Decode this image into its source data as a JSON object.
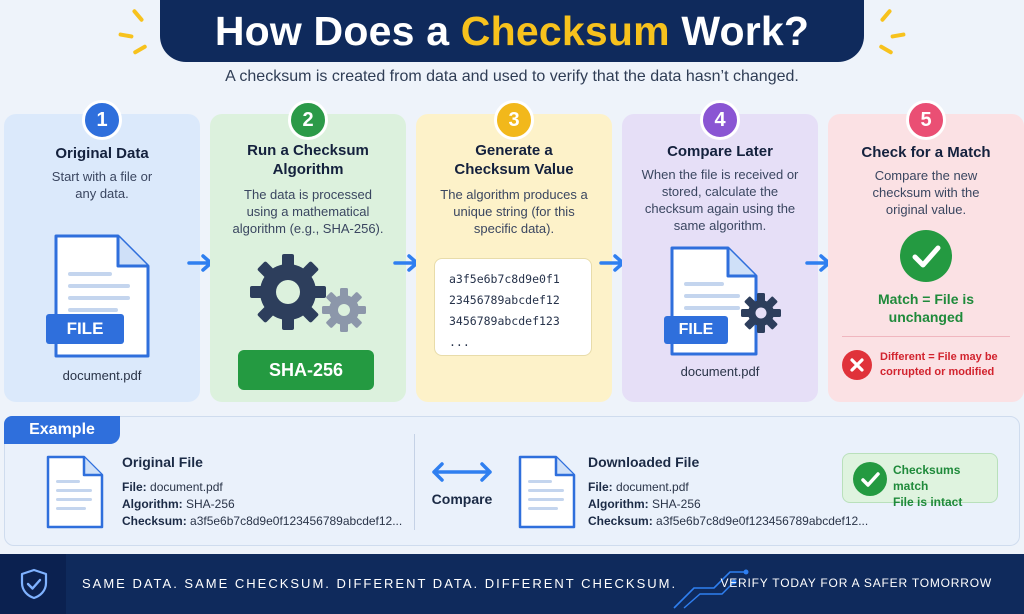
{
  "header": {
    "title_prefix": "How Does a ",
    "title_highlight": "Checksum",
    "title_suffix": " Work?",
    "subtitle": "A checksum is created from data and used to verify that the data hasn’t changed."
  },
  "steps": [
    {
      "number": "1",
      "title": "Original Data",
      "description": "Start with a file or any data.",
      "file_label": "FILE",
      "file_name": "document.pdf"
    },
    {
      "number": "2",
      "title": "Run a Checksum Algorithm",
      "description": "The data is processed using a mathematical algorithm (e.g., SHA-256).",
      "badge": "SHA-256"
    },
    {
      "number": "3",
      "title": "Generate a Checksum Value",
      "description": "The algorithm produces a unique string (for this specific data).",
      "hash_lines": [
        "a3f5e6b7c8d9e0f1",
        "23456789abcdef12",
        "3456789abcdef123",
        "..."
      ]
    },
    {
      "number": "4",
      "title": "Compare Later",
      "description": "When the file is received or stored, calculate the checksum again using the same algorithm.",
      "file_label": "FILE",
      "file_name": "document.pdf"
    },
    {
      "number": "5",
      "title": "Check for a Match",
      "description": "Compare the new checksum with the original value.",
      "match_text": "Match = File is unchanged",
      "diff_text": "Different = File may be corrupted or modified"
    }
  ],
  "example": {
    "tag": "Example",
    "compare_label": "Compare",
    "original": {
      "title": "Original File",
      "file_key": "File:",
      "file_value": "document.pdf",
      "algorithm_key": "Algorithm:",
      "algorithm_value": "SHA-256",
      "checksum_key": "Checksum:",
      "checksum_value": "a3f5e6b7c8d9e0f123456789abcdef12..."
    },
    "downloaded": {
      "title": "Downloaded File",
      "file_key": "File:",
      "file_value": "document.pdf",
      "algorithm_key": "Algorithm:",
      "algorithm_value": "SHA-256",
      "checksum_key": "Checksum:",
      "checksum_value": "a3f5e6b7c8d9e0f123456789abcdef12..."
    },
    "result_line1": "Checksums match",
    "result_line2": "File is intact"
  },
  "footer": {
    "tagline": "SAME DATA. SAME CHECKSUM. DIFFERENT DATA. DIFFERENT CHECKSUM.",
    "cta": "VERIFY TODAY FOR A SAFER TOMORROW"
  },
  "icons": {
    "step_arrow": "arrow-right-icon",
    "file": "file-icon",
    "gear": "gear-icon",
    "check": "check-circle-icon",
    "error": "x-circle-icon",
    "compare": "double-arrow-icon",
    "shield": "shield-check-icon"
  },
  "colors": {
    "navy": "#0f2a5c",
    "highlight_yellow": "#f7c21d",
    "blue": "#2f6fdc",
    "green": "#249a41",
    "yellow": "#f2b81b",
    "purple": "#8a55d3",
    "pink": "#ea4f74",
    "red": "#e0323a"
  }
}
